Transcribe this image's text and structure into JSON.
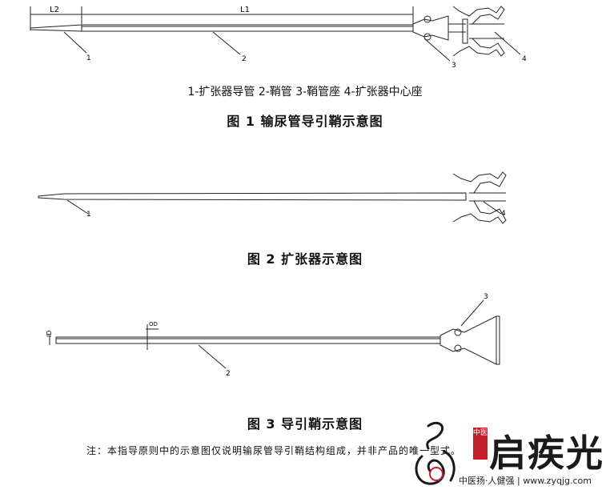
{
  "figure1": {
    "dim_l2": "L2",
    "dim_l1": "L1",
    "callouts": [
      "1",
      "2",
      "3",
      "4"
    ],
    "legend": "1-扩张器导管   2-鞘管   3-鞘管座   4-扩张器中心座",
    "caption": "图 1   输尿管导引鞘示意图"
  },
  "figure2": {
    "callouts": [
      "1",
      "4"
    ],
    "caption": "图 2   扩张器示意图"
  },
  "figure3": {
    "dim_od": "OD",
    "dim_id": "ID",
    "callouts": [
      "2",
      "3"
    ],
    "caption": "图 3   导引鞘示意图"
  },
  "note": "注：本指导原则中的示意图仅说明输尿管导引鞘结构组成，并非产品的唯一型式。",
  "watermark": {
    "brand": "启疾光",
    "seal": "中医",
    "tagline": "中医扬·人健强 | www.zyqjg.com",
    "colors": {
      "seal": "#c0202a",
      "ink": "#1a1a1a"
    }
  }
}
